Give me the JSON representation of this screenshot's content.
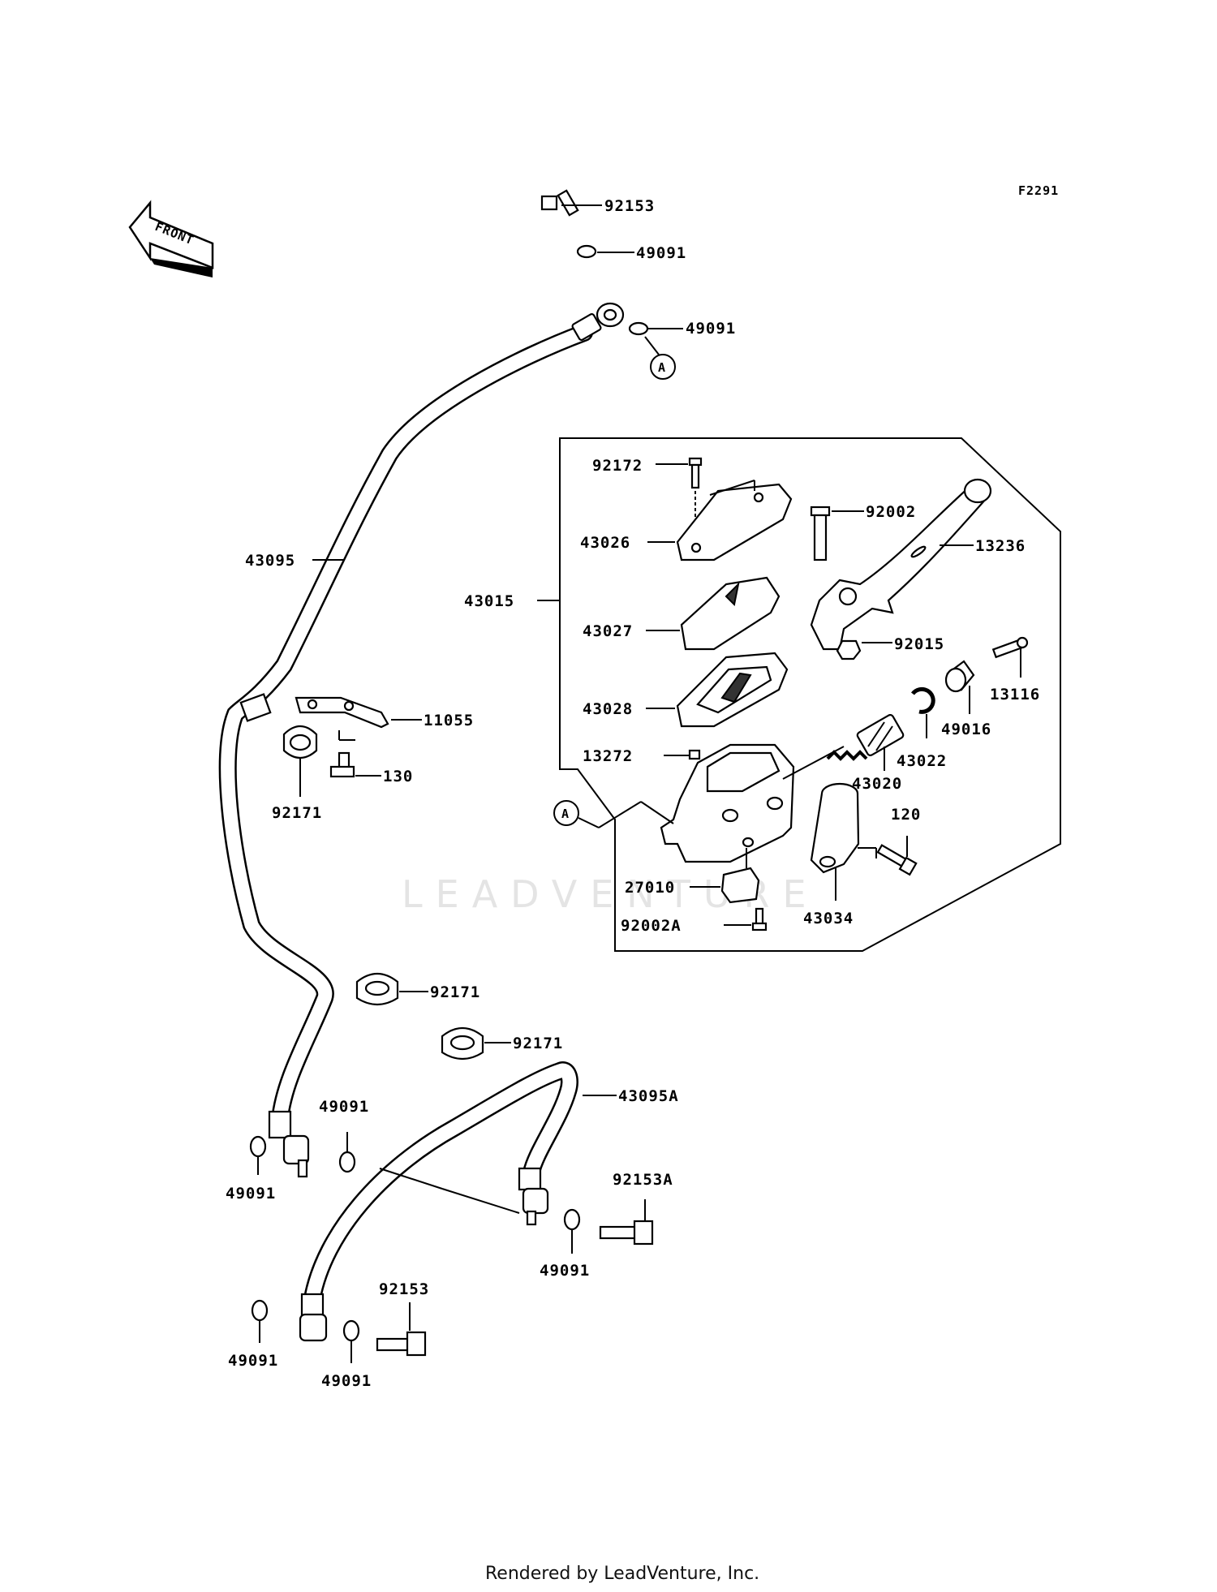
{
  "diagram_code": "F2291",
  "front_label": "FRONT",
  "watermark": "LEADVENTURE",
  "footer": "Rendered by LeadVenture, Inc.",
  "callout_marker": "A",
  "parts": {
    "p92153_top": "92153",
    "p49091_a": "49091",
    "p49091_b": "49091",
    "p43095": "43095",
    "p11055": "11055",
    "p130": "130",
    "p92171_a": "92171",
    "p92171_b": "92171",
    "p92171_c": "92171",
    "p92172": "92172",
    "p43026": "43026",
    "p43015": "43015",
    "p43027": "43027",
    "p43028": "43028",
    "p13272": "13272",
    "p92002": "92002",
    "p13236": "13236",
    "p92015": "92015",
    "p13116": "13116",
    "p49016": "49016",
    "p43022": "43022",
    "p43020": "43020",
    "p120": "120",
    "p27010": "27010",
    "p92002A": "92002A",
    "p43034": "43034",
    "p43095A": "43095A",
    "p49091_c": "49091",
    "p49091_d": "49091",
    "p92153A": "92153A",
    "p49091_e": "49091",
    "p92153_bot": "92153",
    "p49091_f": "49091",
    "p49091_g": "49091"
  }
}
